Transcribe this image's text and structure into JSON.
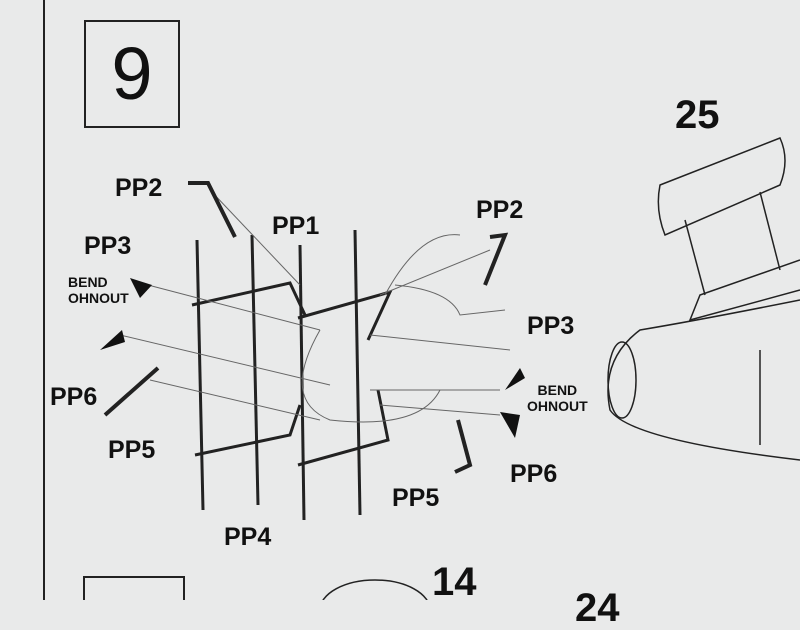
{
  "step_number": "9",
  "next_step_partial": "",
  "part_refs": {
    "canopy": "25",
    "bottom_left": "14",
    "bottom_right_partial": "24"
  },
  "labels": {
    "pp2_left": "PP2",
    "pp1": "PP1",
    "pp2_right": "PP2",
    "pp3_left": "PP3",
    "bend_left": "BEND\nOHNOUT",
    "pp3_right": "PP3",
    "bend_right": "BEND\nOHNOUT",
    "pp6_left": "PP6",
    "pp6_right": "PP6",
    "pp5_left": "PP5",
    "pp5_right": "PP5",
    "pp4": "PP4"
  }
}
